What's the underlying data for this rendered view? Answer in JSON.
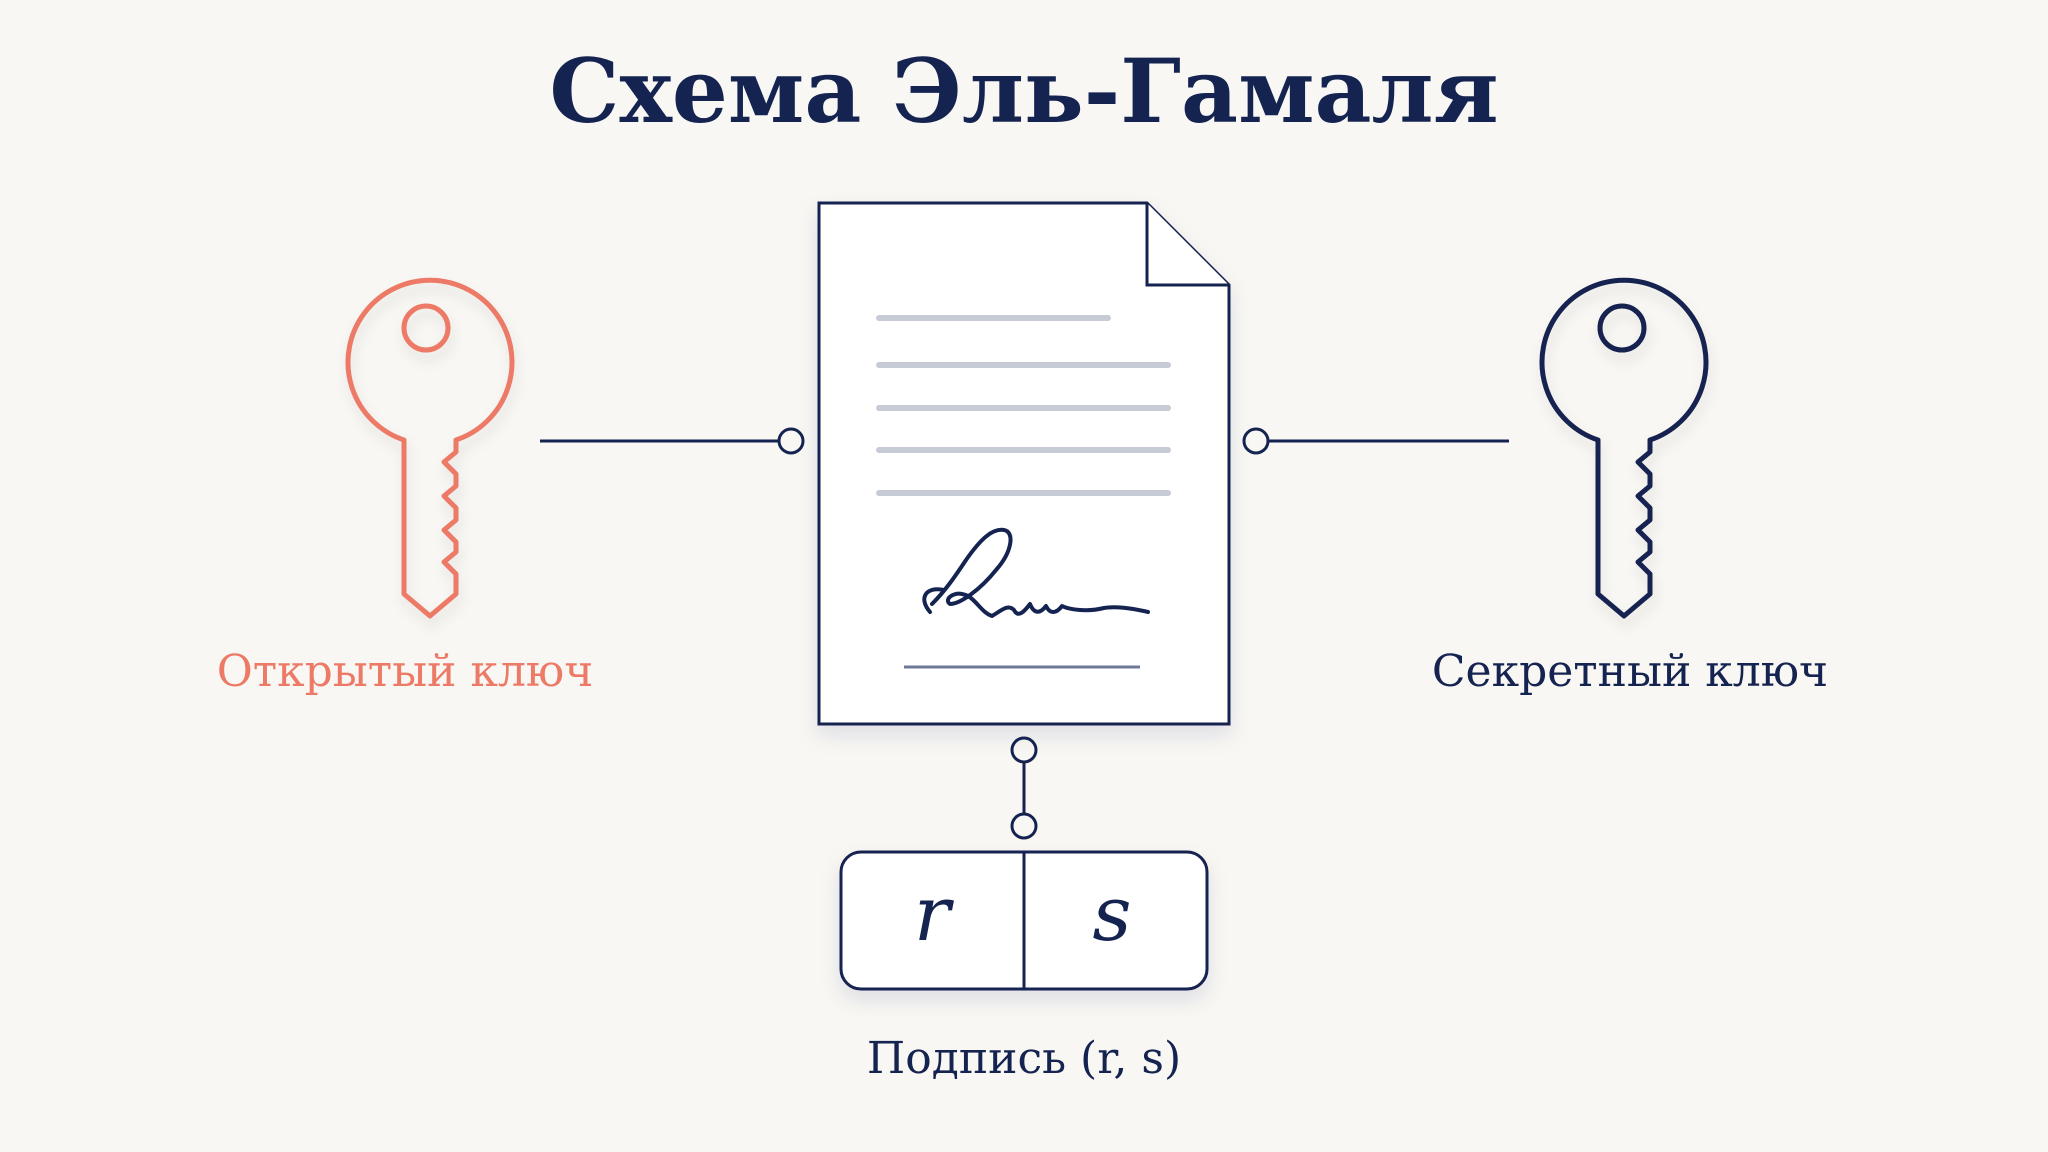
{
  "title": "Схема Эль-Гамаля",
  "public_key": {
    "label": "Открытый ключ",
    "color": "#ec7a66"
  },
  "secret_key": {
    "label": "Секретный ключ",
    "color": "#142350"
  },
  "signature": {
    "r": "r",
    "s": "s",
    "label": "Подпись (r, s)"
  },
  "colors": {
    "background": "#f8f7f4",
    "ink": "#142350",
    "document_lines": "#c7cbd6",
    "accent": "#ec7a66"
  }
}
